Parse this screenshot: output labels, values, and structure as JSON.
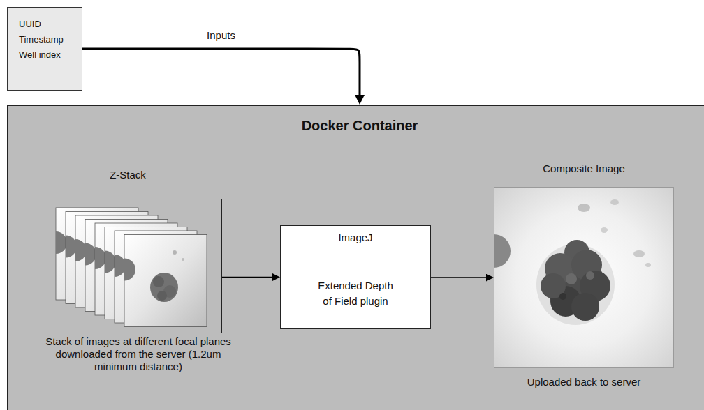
{
  "diagram": {
    "nodes": [
      {
        "text": [
          "UUID Timestamp Well index"
        ]
      },
      {
        "text": [
          "Docker Container"
        ]
      },
      {
        "text": [
          "Z-Stack",
          "Stack of images at different focal planes downloaded from the server (1.2um minimum distance)"
        ],
        "in": 1
      },
      {
        "text": [
          "ImageJ",
          "Extended Depth of Field plugin"
        ],
        "in": 1
      },
      {
        "text": [
          "Composite Image",
          "Uploaded back to server"
        ],
        "in": 1
      }
    ],
    "edges": [
      {
        "from": 0,
        "to": 1,
        "arrow": "to",
        "label": "Inputs"
      },
      {
        "from": 2,
        "to": 3,
        "arrow": "to"
      },
      {
        "from": 3,
        "to": 4,
        "arrow": "to"
      }
    ]
  }
}
